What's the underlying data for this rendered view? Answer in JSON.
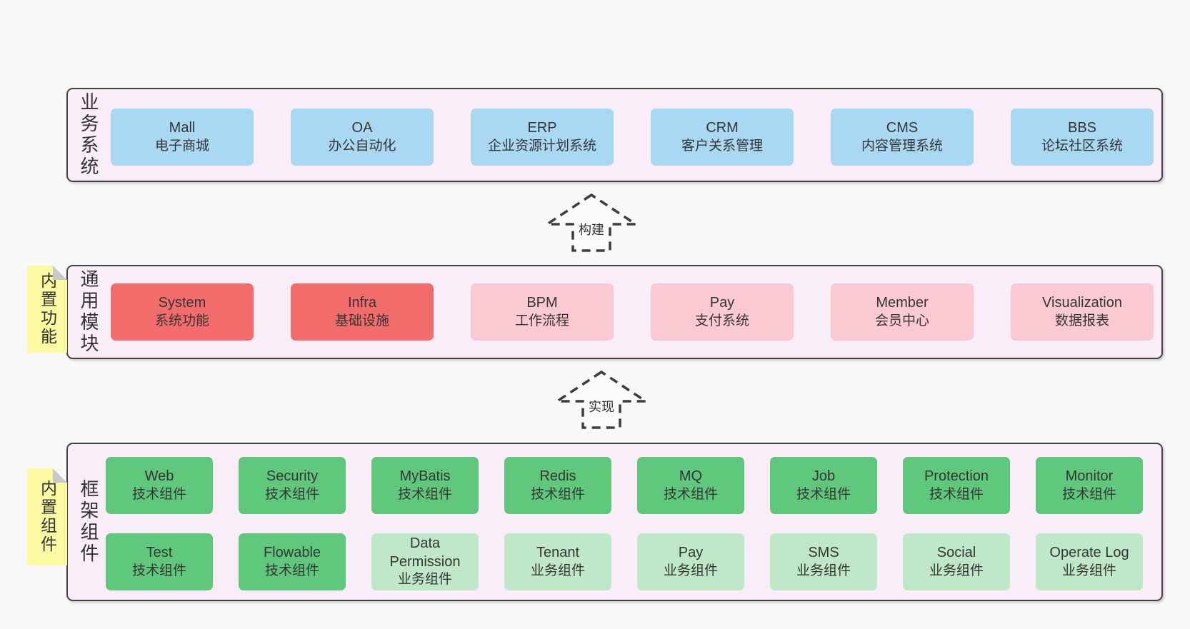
{
  "colors": {
    "page-bg": "#f8f8f8",
    "layer-bg": "#f9eef8",
    "layer-border": "#444444",
    "blue": "#a9d8f3",
    "red": "#f26c6c",
    "pink": "#fac9d2",
    "green": "#5fc87c",
    "lightgreen": "#bfe8c9",
    "sticky": "#fbf9a1",
    "fold": "#c9c9c9",
    "text": "#353535",
    "arrow": "#3d3d3d"
  },
  "arrows": [
    {
      "label": "构建"
    },
    {
      "label": "实现"
    }
  ],
  "layers": [
    {
      "label": "业务系统",
      "boxes": [
        {
          "en": "Mall",
          "zh": "电子商城",
          "type": "blue"
        },
        {
          "en": "OA",
          "zh": "办公自动化",
          "type": "blue"
        },
        {
          "en": "ERP",
          "zh": "企业资源计划系统",
          "type": "blue"
        },
        {
          "en": "CRM",
          "zh": "客户关系管理",
          "type": "blue"
        },
        {
          "en": "CMS",
          "zh": "内容管理系统",
          "type": "blue"
        },
        {
          "en": "BBS",
          "zh": "论坛社区系统",
          "type": "blue"
        }
      ]
    },
    {
      "label": "通用模块",
      "sticky": "内置功能",
      "boxes": [
        {
          "en": "System",
          "zh": "系统功能",
          "type": "red"
        },
        {
          "en": "Infra",
          "zh": "基础设施",
          "type": "red"
        },
        {
          "en": "BPM",
          "zh": "工作流程",
          "type": "pink"
        },
        {
          "en": "Pay",
          "zh": "支付系统",
          "type": "pink"
        },
        {
          "en": "Member",
          "zh": "会员中心",
          "type": "pink"
        },
        {
          "en": "Visualization",
          "zh": "数据报表",
          "type": "pink"
        }
      ]
    },
    {
      "label": "框架组件",
      "sticky": "内置组件",
      "rows": [
        {
          "boxes": [
            {
              "en": "Web",
              "zh": "技术组件",
              "type": "green"
            },
            {
              "en": "Security",
              "zh": "技术组件",
              "type": "green"
            },
            {
              "en": "MyBatis",
              "zh": "技术组件",
              "type": "green"
            },
            {
              "en": "Redis",
              "zh": "技术组件",
              "type": "green"
            },
            {
              "en": "MQ",
              "zh": "技术组件",
              "type": "green"
            },
            {
              "en": "Job",
              "zh": "技术组件",
              "type": "green"
            },
            {
              "en": "Protection",
              "zh": "技术组件",
              "type": "green"
            },
            {
              "en": "Monitor",
              "zh": "技术组件",
              "type": "green"
            }
          ]
        },
        {
          "boxes": [
            {
              "en": "Test",
              "zh": "技术组件",
              "type": "green"
            },
            {
              "en": "Flowable",
              "zh": "技术组件",
              "type": "green"
            },
            {
              "en": "Data Permission",
              "zh": "业务组件",
              "type": "lightgreen"
            },
            {
              "en": "Tenant",
              "zh": "业务组件",
              "type": "lightgreen"
            },
            {
              "en": "Pay",
              "zh": "业务组件",
              "type": "lightgreen"
            },
            {
              "en": "SMS",
              "zh": "业务组件",
              "type": "lightgreen"
            },
            {
              "en": "Social",
              "zh": "业务组件",
              "type": "lightgreen"
            },
            {
              "en": "Operate Log",
              "zh": "业务组件",
              "type": "lightgreen"
            }
          ]
        }
      ]
    }
  ]
}
